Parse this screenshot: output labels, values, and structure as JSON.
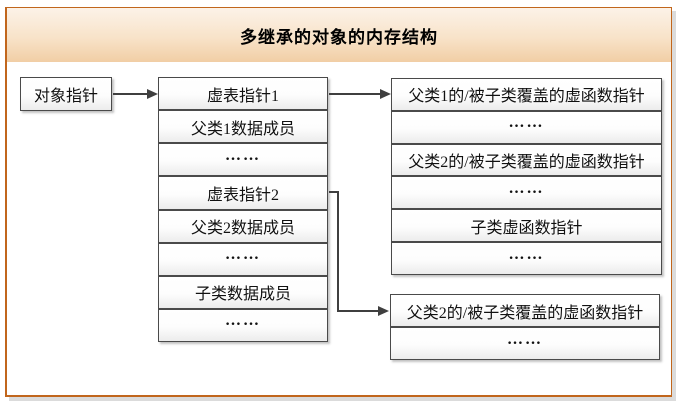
{
  "title": "多继承的对象的内存结构",
  "object_pointer_label": "对象指针",
  "object_memory": {
    "rows": [
      "虚表指针1",
      "父类1数据成员",
      "……",
      "虚表指针2",
      "父类2数据成员",
      "……",
      "子类数据成员",
      "……"
    ]
  },
  "vtable1": {
    "rows": [
      "父类1的/被子类覆盖的虚函数指针",
      "……",
      "父类2的/被子类覆盖的虚函数指针",
      "……",
      "子类虚函数指针",
      "……"
    ]
  },
  "vtable2": {
    "rows": [
      "父类2的/被子类覆盖的虚函数指针",
      "……"
    ]
  },
  "colors": {
    "frame_border": "#C1661C",
    "banner_gradient_top": "#FCF2E8",
    "banner_gradient_bottom": "#F1CEA5",
    "cell_border": "#4A4A4A",
    "arrow": "#3F3F3F",
    "text": "#000000"
  }
}
